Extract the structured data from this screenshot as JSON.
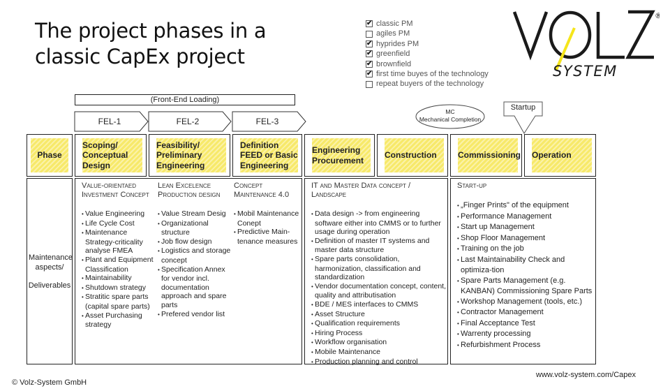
{
  "title": {
    "line1": "The project phases in a",
    "line2": "classic CapEx project"
  },
  "checklist": [
    {
      "label": "classic PM",
      "checked": true
    },
    {
      "label": "agiles PM",
      "checked": false
    },
    {
      "label": "hyprides PM",
      "checked": true
    },
    {
      "label": "greenfield",
      "checked": true
    },
    {
      "label": "brownfield",
      "checked": true
    },
    {
      "label": "first time buyes of the technology",
      "checked": true
    },
    {
      "label": "repeat buyers of the technology",
      "checked": false
    }
  ],
  "logo": {
    "text": "VOLZ",
    "sub": "SYSTEM",
    "registered": "®",
    "accent": "#f5e51b"
  },
  "front_end_loading": "(Front-End Loading)",
  "fel": [
    "FEL-1",
    "FEL-2",
    "FEL-3"
  ],
  "milestones": {
    "mc": "MC",
    "mc_full": "Mechanical Completion",
    "startup": "Startup"
  },
  "phases": [
    "Phase",
    "Scoping/ Conceptual Design",
    "Feasibility/ Preliminary Engineering",
    "Definition FEED or Basic Engineering",
    "Engineering Procurement",
    "Construction",
    "Commissioning",
    "Operation"
  ],
  "row_label": {
    "line1": "Maintenance aspects/",
    "line2": "Deliverables"
  },
  "deliverables": {
    "fel1": {
      "heading": "Value-orientaed Investment Concept",
      "items": [
        "Value Engineering",
        "Life Cycle Cost",
        "Maintenance Strategy-criticality analyse FMEA",
        "Plant and Equipment Classification",
        "Maintainability",
        "Shutdown strategy",
        "Stratitic spare parts (capital spare parts)",
        "Asset Purchasing strategy"
      ]
    },
    "fel2": {
      "heading": "Lean Excelence Production design",
      "items": [
        "Value Stream Desig",
        "Organizational structure",
        "Job flow design",
        "Logistics and storage concept",
        "Specification Annex for vendor incl. documentation approach and spare parts",
        "Prefered vendor list"
      ]
    },
    "fel3": {
      "heading": "Concept Maintenance 4.0",
      "items": [
        "Mobil Maintenance Conept",
        "Predictive Main-tenance measures"
      ]
    },
    "epc": {
      "heading": "IT and Master Data concept / Landscape",
      "items": [
        "Data design -> from engineering software either into CMMS or to further usage during operation",
        "Definition of master IT systems and master data structure",
        "Spare parts consolidation, harmonization, classification and standardization",
        "Vendor documentation concept, content, quality and attributisation",
        "BDE / MES interfaces to CMMS",
        "Asset Structure",
        "Qualification requirements",
        "Hiring Process",
        "Workflow organisation",
        "Mobile Maintenance",
        "Production planning and control"
      ]
    },
    "startup": {
      "heading": "Start-up",
      "items": [
        "„Finger Prints\" of the equipment",
        "Performance Management",
        "Start up Management",
        "Shop Floor Management",
        "Training on the job",
        "Last Maintainability Check and optimiza-tion",
        "Spare Parts Management (e.g. KANBAN) Commissioning Spare Parts",
        "Workshop Management (tools, etc.)",
        "Contractor Management",
        "Final Acceptance Test",
        "Warrenty processing",
        "Refurbishment Process"
      ]
    }
  },
  "footer": {
    "copyright": "© Volz-System GmbH",
    "url": "www.volz-system.com/Capex"
  }
}
